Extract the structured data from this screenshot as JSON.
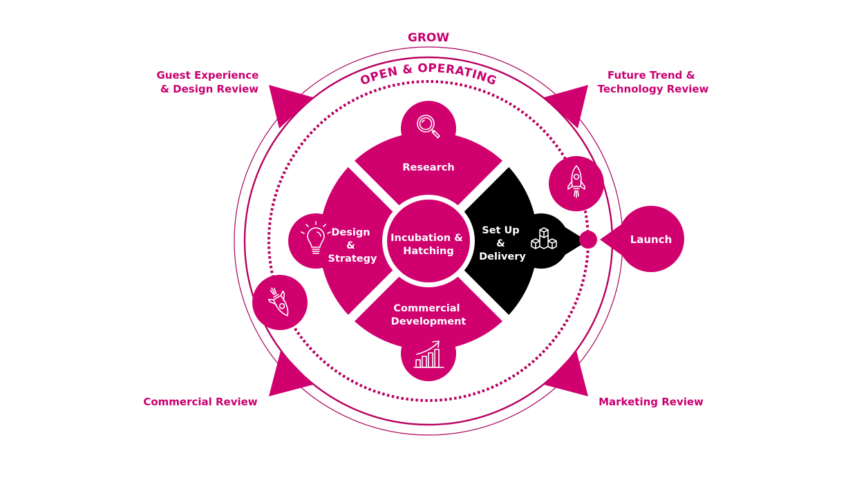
{
  "colors": {
    "brand": "#d1006f",
    "text": "#c8006f",
    "ring": "#a8005a",
    "highlight": "#000000",
    "white": "#ffffff"
  },
  "rings": {
    "outer_label": "GROW",
    "middle_label": "OPEN & OPERATING"
  },
  "reviews": [
    {
      "id": "top-left",
      "lines": [
        "Guest Experience",
        "& Design Review"
      ]
    },
    {
      "id": "top-right",
      "lines": [
        "Future Trend &",
        "Technology Review"
      ]
    },
    {
      "id": "bottom-left",
      "lines": [
        "Commercial Review"
      ]
    },
    {
      "id": "bottom-right",
      "lines": [
        "Marketing Review"
      ]
    }
  ],
  "core": {
    "center": {
      "lines": [
        "Incubation &",
        "Hatching"
      ]
    },
    "petals": [
      {
        "id": "research",
        "lines": [
          "Research"
        ],
        "icon": "magnifier-icon",
        "highlighted": false
      },
      {
        "id": "design-strategy",
        "lines": [
          "Design",
          "&",
          "Strategy"
        ],
        "icon": "lightbulb-icon",
        "highlighted": false
      },
      {
        "id": "commercial-development",
        "lines": [
          "Commercial",
          "Development"
        ],
        "icon": "growth-chart-icon",
        "highlighted": false
      },
      {
        "id": "setup-delivery",
        "lines": [
          "Set Up",
          "&",
          "Delivery"
        ],
        "icon": "cubes-icon",
        "highlighted": true
      }
    ]
  },
  "launch": {
    "label": "Launch"
  },
  "orbit_icons": [
    {
      "id": "rocket-top-right",
      "icon": "rocket-icon"
    },
    {
      "id": "rocket-left",
      "icon": "rocket-icon"
    }
  ]
}
